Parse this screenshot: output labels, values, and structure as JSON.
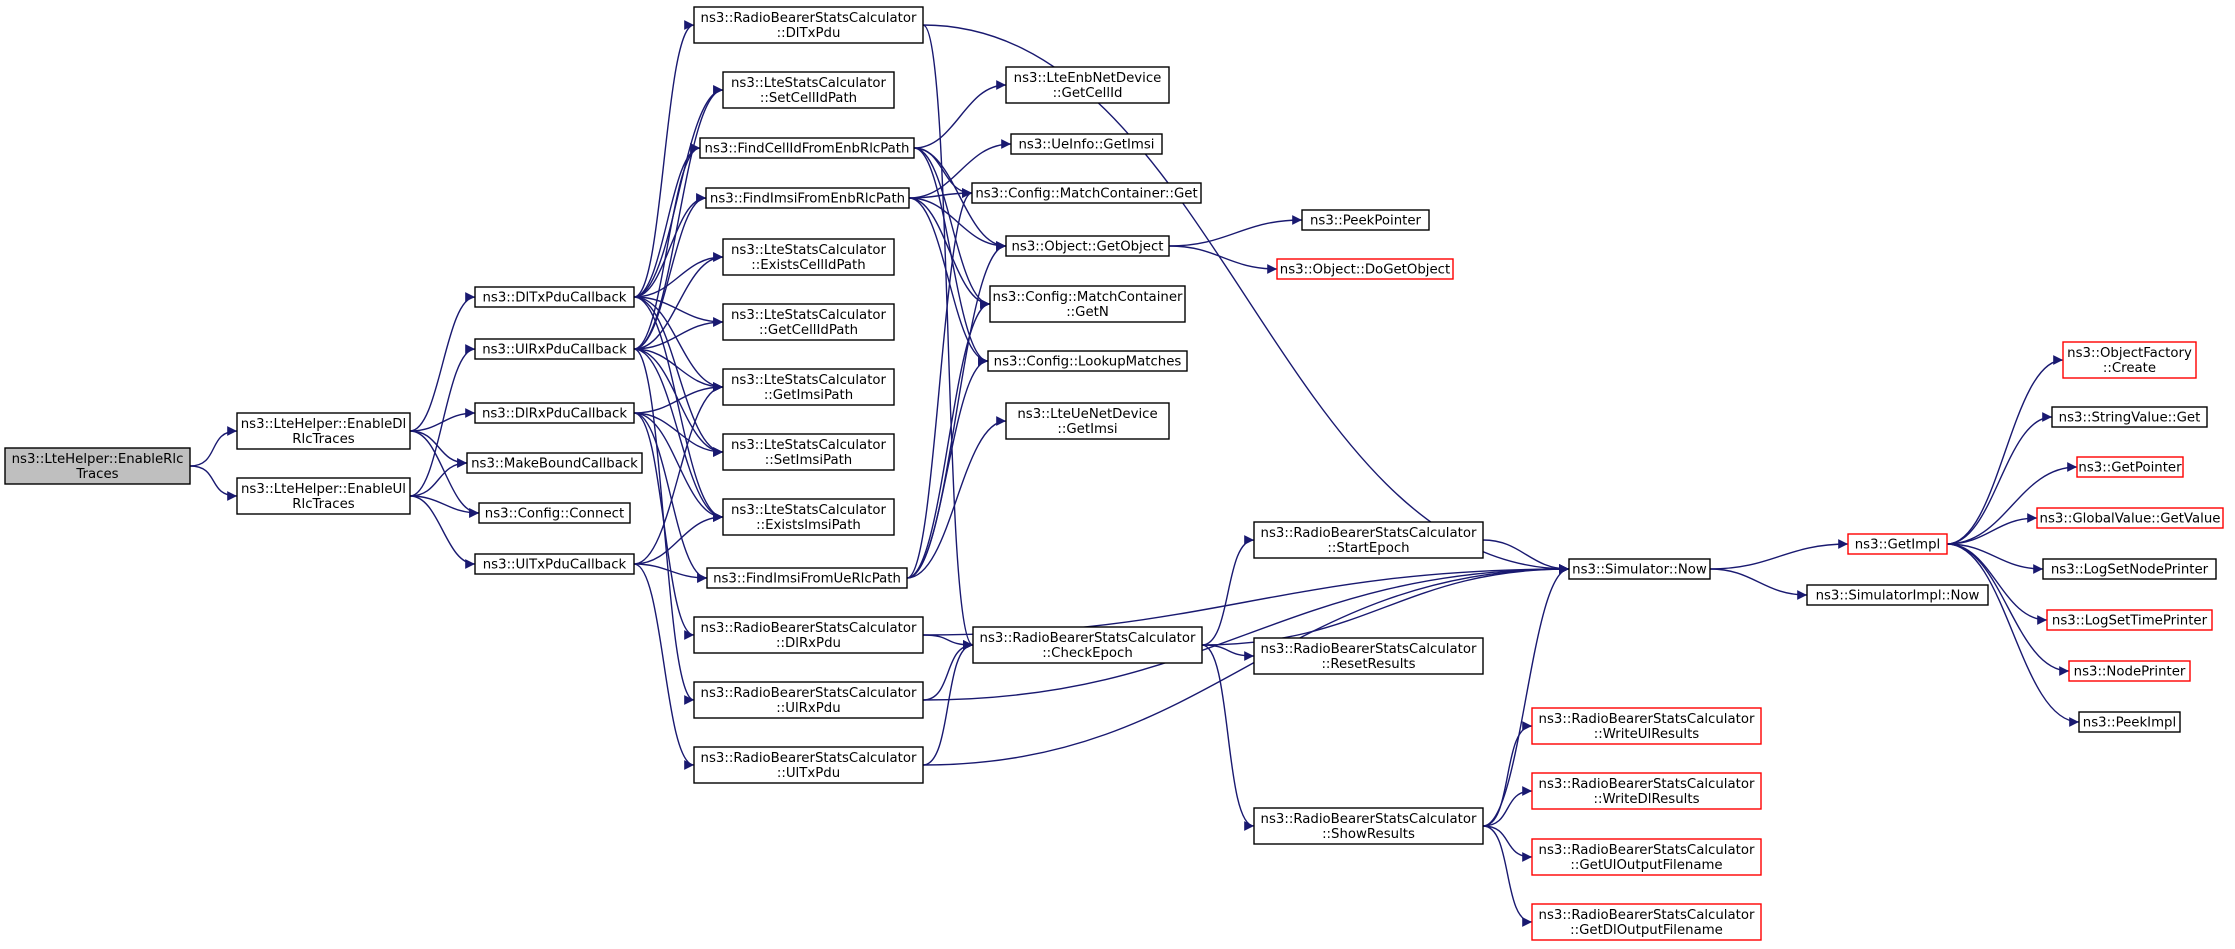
{
  "colors": {
    "edge": "#191970",
    "node_border": "#000000",
    "truncated_border": "#ff0000",
    "root_fill": "#bfbfbf",
    "background": "#ffffff"
  },
  "nodes": {
    "root": {
      "lines": [
        "ns3::LteHelper::EnableRlc",
        "Traces"
      ],
      "style": "root"
    },
    "enableDl": {
      "lines": [
        "ns3::LteHelper::EnableDl",
        "RlcTraces"
      ]
    },
    "enableUl": {
      "lines": [
        "ns3::LteHelper::EnableUl",
        "RlcTraces"
      ]
    },
    "dlTxCb": {
      "lines": [
        "ns3::DlTxPduCallback"
      ]
    },
    "ulRxCb": {
      "lines": [
        "ns3::UlRxPduCallback"
      ]
    },
    "dlRxCb": {
      "lines": [
        "ns3::DlRxPduCallback"
      ]
    },
    "ulTxCb": {
      "lines": [
        "ns3::UlTxPduCallback"
      ]
    },
    "makeBound": {
      "lines": [
        "ns3::MakeBoundCallback"
      ]
    },
    "cfgConnect": {
      "lines": [
        "ns3::Config::Connect"
      ]
    },
    "rbDlTx": {
      "lines": [
        "ns3::RadioBearerStatsCalculator",
        "::DlTxPdu"
      ]
    },
    "setCellId": {
      "lines": [
        "ns3::LteStatsCalculator",
        "::SetCellIdPath"
      ]
    },
    "findCellEnb": {
      "lines": [
        "ns3::FindCellIdFromEnbRlcPath"
      ]
    },
    "findImsiEnb": {
      "lines": [
        "ns3::FindImsiFromEnbRlcPath"
      ]
    },
    "existsCellId": {
      "lines": [
        "ns3::LteStatsCalculator",
        "::ExistsCellIdPath"
      ]
    },
    "getCellIdPath": {
      "lines": [
        "ns3::LteStatsCalculator",
        "::GetCellIdPath"
      ]
    },
    "getImsiPath": {
      "lines": [
        "ns3::LteStatsCalculator",
        "::GetImsiPath"
      ]
    },
    "setImsiPath": {
      "lines": [
        "ns3::LteStatsCalculator",
        "::SetImsiPath"
      ]
    },
    "existsImsi": {
      "lines": [
        "ns3::LteStatsCalculator",
        "::ExistsImsiPath"
      ]
    },
    "findImsiUe": {
      "lines": [
        "ns3::FindImsiFromUeRlcPath"
      ]
    },
    "rbDlRx": {
      "lines": [
        "ns3::RadioBearerStatsCalculator",
        "::DlRxPdu"
      ]
    },
    "rbUlRx": {
      "lines": [
        "ns3::RadioBearerStatsCalculator",
        "::UlRxPdu"
      ]
    },
    "rbUlTx": {
      "lines": [
        "ns3::RadioBearerStatsCalculator",
        "::UlTxPdu"
      ]
    },
    "enbGetCellId": {
      "lines": [
        "ns3::LteEnbNetDevice",
        "::GetCellId"
      ]
    },
    "ueInfoGetImsi": {
      "lines": [
        "ns3::UeInfo::GetImsi"
      ]
    },
    "mcGet": {
      "lines": [
        "ns3::Config::MatchContainer::Get"
      ]
    },
    "getObject": {
      "lines": [
        "ns3::Object::GetObject"
      ]
    },
    "mcGetN": {
      "lines": [
        "ns3::Config::MatchContainer",
        "::GetN"
      ]
    },
    "lookupMatches": {
      "lines": [
        "ns3::Config::LookupMatches"
      ]
    },
    "ueGetImsi": {
      "lines": [
        "ns3::LteUeNetDevice",
        "::GetImsi"
      ]
    },
    "checkEpoch": {
      "lines": [
        "ns3::RadioBearerStatsCalculator",
        "::CheckEpoch"
      ]
    },
    "peekPointer": {
      "lines": [
        "ns3::PeekPointer"
      ]
    },
    "doGetObject": {
      "lines": [
        "ns3::Object::DoGetObject"
      ],
      "style": "red"
    },
    "startEpoch": {
      "lines": [
        "ns3::RadioBearerStatsCalculator",
        "::StartEpoch"
      ]
    },
    "resetResults": {
      "lines": [
        "ns3::RadioBearerStatsCalculator",
        "::ResetResults"
      ]
    },
    "showResults": {
      "lines": [
        "ns3::RadioBearerStatsCalculator",
        "::ShowResults"
      ]
    },
    "simNow": {
      "lines": [
        "ns3::Simulator::Now"
      ]
    },
    "writeUl": {
      "lines": [
        "ns3::RadioBearerStatsCalculator",
        "::WriteUlResults"
      ],
      "style": "red"
    },
    "writeDl": {
      "lines": [
        "ns3::RadioBearerStatsCalculator",
        "::WriteDlResults"
      ],
      "style": "red"
    },
    "getUlOut": {
      "lines": [
        "ns3::RadioBearerStatsCalculator",
        "::GetUlOutputFilename"
      ],
      "style": "red"
    },
    "getDlOut": {
      "lines": [
        "ns3::RadioBearerStatsCalculator",
        "::GetDlOutputFilename"
      ],
      "style": "red"
    },
    "getImpl": {
      "lines": [
        "ns3::GetImpl"
      ],
      "style": "red"
    },
    "simImplNow": {
      "lines": [
        "ns3::SimulatorImpl::Now"
      ]
    },
    "objFactory": {
      "lines": [
        "ns3::ObjectFactory",
        "::Create"
      ],
      "style": "red"
    },
    "strValGet": {
      "lines": [
        "ns3::StringValue::Get"
      ]
    },
    "getPointer": {
      "lines": [
        "ns3::GetPointer"
      ],
      "style": "red"
    },
    "globalValGet": {
      "lines": [
        "ns3::GlobalValue::GetValue"
      ],
      "style": "red"
    },
    "logSetNode": {
      "lines": [
        "ns3::LogSetNodePrinter"
      ]
    },
    "logSetTime": {
      "lines": [
        "ns3::LogSetTimePrinter"
      ],
      "style": "red"
    },
    "nodePrinter": {
      "lines": [
        "ns3::NodePrinter"
      ],
      "style": "red"
    },
    "peekImpl": {
      "lines": [
        "ns3::PeekImpl"
      ]
    }
  },
  "edges": [
    [
      "root",
      "enableDl"
    ],
    [
      "root",
      "enableUl"
    ],
    [
      "enableDl",
      "dlTxCb"
    ],
    [
      "enableDl",
      "dlRxCb"
    ],
    [
      "enableDl",
      "makeBound"
    ],
    [
      "enableDl",
      "cfgConnect"
    ],
    [
      "enableUl",
      "ulRxCb"
    ],
    [
      "enableUl",
      "ulTxCb"
    ],
    [
      "enableUl",
      "makeBound"
    ],
    [
      "enableUl",
      "cfgConnect"
    ],
    [
      "dlTxCb",
      "rbDlTx"
    ],
    [
      "dlTxCb",
      "setCellId"
    ],
    [
      "dlTxCb",
      "findCellEnb"
    ],
    [
      "dlTxCb",
      "findImsiEnb"
    ],
    [
      "dlTxCb",
      "existsCellId"
    ],
    [
      "dlTxCb",
      "getCellIdPath"
    ],
    [
      "dlTxCb",
      "getImsiPath"
    ],
    [
      "dlTxCb",
      "setImsiPath"
    ],
    [
      "dlTxCb",
      "existsImsi"
    ],
    [
      "ulRxCb",
      "setCellId"
    ],
    [
      "ulRxCb",
      "findCellEnb"
    ],
    [
      "ulRxCb",
      "findImsiEnb"
    ],
    [
      "ulRxCb",
      "existsCellId"
    ],
    [
      "ulRxCb",
      "getCellIdPath"
    ],
    [
      "ulRxCb",
      "getImsiPath"
    ],
    [
      "ulRxCb",
      "setImsiPath"
    ],
    [
      "ulRxCb",
      "existsImsi"
    ],
    [
      "ulRxCb",
      "rbUlRx"
    ],
    [
      "dlRxCb",
      "getImsiPath"
    ],
    [
      "dlRxCb",
      "setImsiPath"
    ],
    [
      "dlRxCb",
      "existsImsi"
    ],
    [
      "dlRxCb",
      "findImsiUe"
    ],
    [
      "dlRxCb",
      "rbDlRx"
    ],
    [
      "ulTxCb",
      "getImsiPath"
    ],
    [
      "ulTxCb",
      "existsImsi"
    ],
    [
      "ulTxCb",
      "findImsiUe"
    ],
    [
      "ulTxCb",
      "rbUlTx"
    ],
    [
      "rbDlTx",
      "simNow"
    ],
    [
      "rbDlTx",
      "checkEpoch"
    ],
    [
      "findCellEnb",
      "enbGetCellId"
    ],
    [
      "findCellEnb",
      "mcGet"
    ],
    [
      "findCellEnb",
      "getObject"
    ],
    [
      "findCellEnb",
      "mcGetN"
    ],
    [
      "findCellEnb",
      "lookupMatches"
    ],
    [
      "findImsiEnb",
      "ueInfoGetImsi"
    ],
    [
      "findImsiEnb",
      "mcGet"
    ],
    [
      "findImsiEnb",
      "getObject"
    ],
    [
      "findImsiEnb",
      "mcGetN"
    ],
    [
      "findImsiEnb",
      "lookupMatches"
    ],
    [
      "findImsiUe",
      "ueGetImsi"
    ],
    [
      "findImsiUe",
      "mcGet"
    ],
    [
      "findImsiUe",
      "getObject"
    ],
    [
      "findImsiUe",
      "mcGetN"
    ],
    [
      "findImsiUe",
      "lookupMatches"
    ],
    [
      "getObject",
      "peekPointer"
    ],
    [
      "getObject",
      "doGetObject"
    ],
    [
      "rbDlRx",
      "checkEpoch"
    ],
    [
      "rbDlRx",
      "simNow"
    ],
    [
      "rbUlRx",
      "checkEpoch"
    ],
    [
      "rbUlRx",
      "simNow"
    ],
    [
      "rbUlTx",
      "checkEpoch"
    ],
    [
      "rbUlTx",
      "simNow"
    ],
    [
      "checkEpoch",
      "startEpoch"
    ],
    [
      "checkEpoch",
      "resetResults"
    ],
    [
      "checkEpoch",
      "showResults"
    ],
    [
      "checkEpoch",
      "simNow"
    ],
    [
      "startEpoch",
      "simNow"
    ],
    [
      "showResults",
      "writeUl"
    ],
    [
      "showResults",
      "writeDl"
    ],
    [
      "showResults",
      "getUlOut"
    ],
    [
      "showResults",
      "getDlOut"
    ],
    [
      "showResults",
      "simNow"
    ],
    [
      "simNow",
      "getImpl"
    ],
    [
      "simNow",
      "simImplNow"
    ],
    [
      "getImpl",
      "objFactory"
    ],
    [
      "getImpl",
      "strValGet"
    ],
    [
      "getImpl",
      "getPointer"
    ],
    [
      "getImpl",
      "globalValGet"
    ],
    [
      "getImpl",
      "logSetNode"
    ],
    [
      "getImpl",
      "logSetTime"
    ],
    [
      "getImpl",
      "nodePrinter"
    ],
    [
      "getImpl",
      "peekImpl"
    ]
  ]
}
